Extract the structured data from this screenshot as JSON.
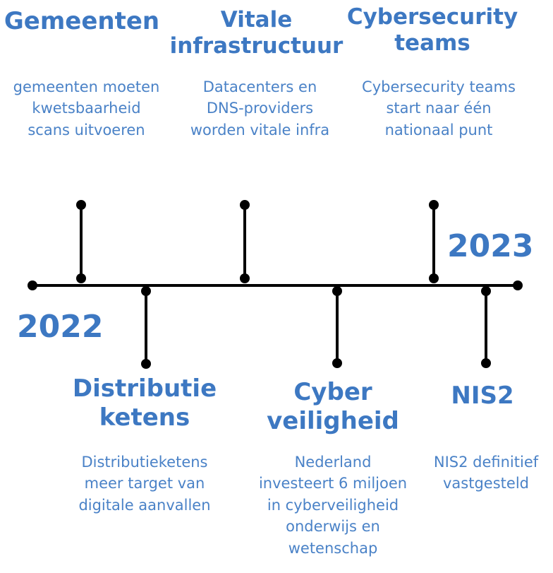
{
  "accent": "#3d78c2",
  "line_color": "#000000",
  "years": {
    "start": "2022",
    "end": "2023"
  },
  "events": [
    {
      "title": "Gemeenten",
      "desc": "gemeenten moeten\nkwetsbaarheid\nscans uitvoeren",
      "side": "top"
    },
    {
      "title": "Distributie\nketens",
      "desc": "Distributieketens\nmeer target van\ndigitale aanvallen",
      "side": "bottom"
    },
    {
      "title": "Vitale\ninfrastructuur",
      "desc": "Datacenters en\nDNS-providers\nworden vitale infra",
      "side": "top"
    },
    {
      "title": "Cyber\nveiligheid",
      "desc": "Nederland\ninvesteert 6 miljoen\nin cyberveiligheid\nonderwijs en\nwetenschap",
      "side": "bottom"
    },
    {
      "title": "Cybersecurity\nteams",
      "desc": "Cybersecurity teams\nstart naar één\nnationaal punt",
      "side": "top"
    },
    {
      "title": "NIS2",
      "desc": "NIS2 definitief\nvastgesteld",
      "side": "bottom"
    }
  ]
}
